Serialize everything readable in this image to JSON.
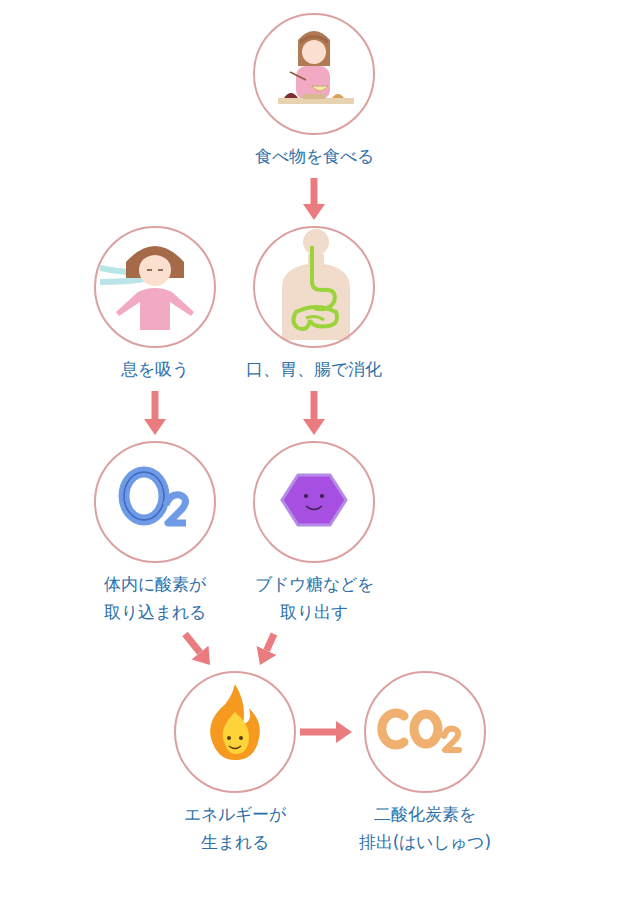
{
  "diagram": {
    "nodes": [
      {
        "text": [
          "食べ物を食べる"
        ]
      },
      {
        "text": [
          "息を吸う"
        ]
      },
      {
        "text": [
          "口、胃、腸で消化"
        ]
      },
      {
        "text": [
          "体内に酸素が 取り込まれる"
        ]
      },
      {
        "text": [
          "ブドウ糖などを 取り出す"
        ]
      },
      {
        "text": [
          "エネルギーが 生まれる"
        ]
      },
      {
        "text": [
          "二酸化炭素を 排出(はいしゅつ)"
        ]
      }
    ],
    "edges": [
      {
        "from": 0,
        "to": 2,
        "arrow": "to"
      },
      {
        "from": 1,
        "to": 3,
        "arrow": "to"
      },
      {
        "from": 2,
        "to": 4,
        "arrow": "to"
      },
      {
        "from": 3,
        "to": 5,
        "arrow": "to"
      },
      {
        "from": 4,
        "to": 5,
        "arrow": "to"
      },
      {
        "from": 5,
        "to": 6,
        "arrow": "to"
      }
    ]
  }
}
